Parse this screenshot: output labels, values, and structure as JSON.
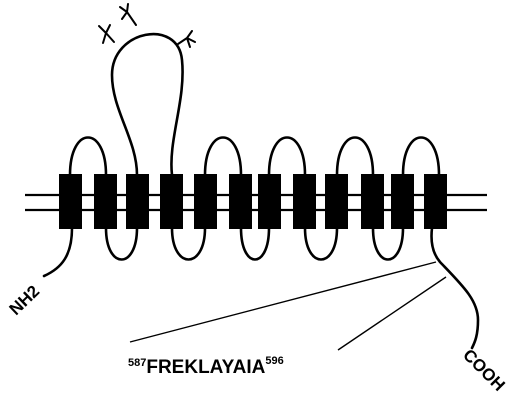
{
  "labels": {
    "n_terminus": "NH2",
    "c_terminus": "COOH",
    "peptide_start": "587",
    "peptide_seq": "FREKLAYAIA",
    "peptide_end": "596"
  },
  "structure": {
    "transmembrane_segments": 12,
    "glycosylation_branches": 3
  }
}
